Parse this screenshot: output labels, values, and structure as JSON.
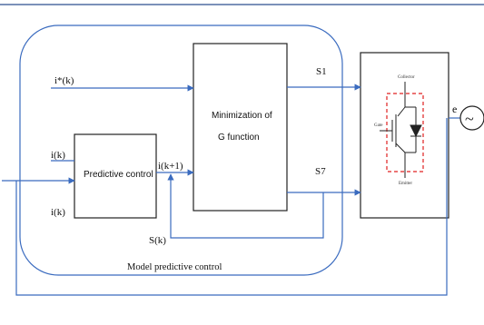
{
  "labels": {
    "i_ref": "i*(k)",
    "i_k_top": "i(k)",
    "i_k_bottom": "i(k)",
    "i_k_plus_1": "i(k+1)",
    "predictive_control": "Predictive control",
    "minimization_line1": "Minimization of",
    "minimization_line2": "G function",
    "s1": "S1",
    "s7": "S7",
    "s_k": "S(k)",
    "e": "e",
    "collector": "Collector",
    "gate": "Gate",
    "emitter": "Emitter",
    "model_predictive_control": "Model predictive control",
    "source_symbol": "~"
  },
  "colors": {
    "wire": "#3a6bbf",
    "box_border": "#222222",
    "container_border": "#3a6bbf",
    "dashed_red": "#e02020",
    "top_rule": "#2c4f8f"
  }
}
